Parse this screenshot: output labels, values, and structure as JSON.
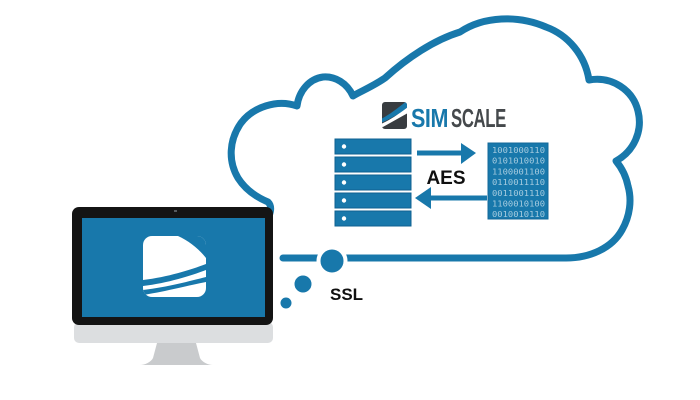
{
  "illustration": {
    "description": "SimScale secure cloud computing diagram",
    "brand": {
      "wordmark_primary": "SIM",
      "wordmark_secondary": "SCALE"
    },
    "labels": {
      "encryption": "AES",
      "connection": "SSL"
    },
    "binary_block": {
      "lines": [
        "1001000110",
        "0101010010",
        "1100001100",
        "0110011110",
        "0011001110",
        "1100010100",
        "0010010110"
      ]
    },
    "colors": {
      "brand_blue": "#1878ab",
      "logo_dark": "#45494c",
      "label_black": "#101010",
      "binary_text": "#a5cbdf",
      "monitor_bezel": "#141414",
      "monitor_chin": "#dcdee0",
      "stand_gray": "#c9cbcd",
      "background": "#ffffff"
    }
  }
}
